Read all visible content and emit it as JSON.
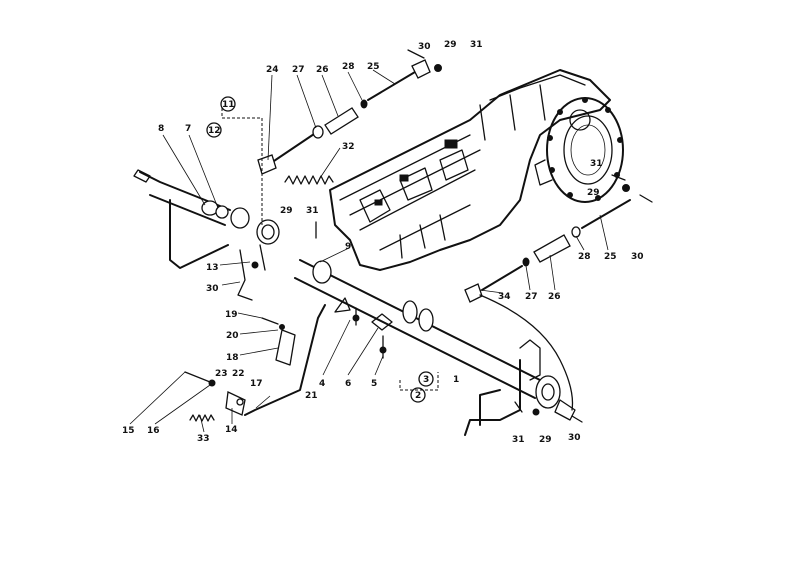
{
  "callouts": [
    {
      "id": "l30a",
      "text": "30"
    },
    {
      "id": "l29a",
      "text": "29"
    },
    {
      "id": "l31a",
      "text": "31"
    },
    {
      "id": "l24",
      "text": "24"
    },
    {
      "id": "l27a",
      "text": "27"
    },
    {
      "id": "l26a",
      "text": "26"
    },
    {
      "id": "l28a",
      "text": "28"
    },
    {
      "id": "l25a",
      "text": "25"
    },
    {
      "id": "l11",
      "text": "11"
    },
    {
      "id": "l12",
      "text": "12"
    },
    {
      "id": "l8",
      "text": "8"
    },
    {
      "id": "l7",
      "text": "7"
    },
    {
      "id": "l32",
      "text": "32"
    },
    {
      "id": "l29b",
      "text": "29"
    },
    {
      "id": "l31b",
      "text": "31"
    },
    {
      "id": "l9",
      "text": "9"
    },
    {
      "id": "l13",
      "text": "13"
    },
    {
      "id": "l30b",
      "text": "30"
    },
    {
      "id": "l31c",
      "text": "31"
    },
    {
      "id": "l29c",
      "text": "29"
    },
    {
      "id": "l30c",
      "text": "30"
    },
    {
      "id": "l28b",
      "text": "28"
    },
    {
      "id": "l25b",
      "text": "25"
    },
    {
      "id": "l34",
      "text": "34"
    },
    {
      "id": "l27b",
      "text": "27"
    },
    {
      "id": "l26b",
      "text": "26"
    },
    {
      "id": "l19",
      "text": "19"
    },
    {
      "id": "l20",
      "text": "20"
    },
    {
      "id": "l18",
      "text": "18"
    },
    {
      "id": "l4",
      "text": "4"
    },
    {
      "id": "l6",
      "text": "6"
    },
    {
      "id": "l5",
      "text": "5"
    },
    {
      "id": "l2",
      "text": "2"
    },
    {
      "id": "l3",
      "text": "3"
    },
    {
      "id": "l1",
      "text": "1"
    },
    {
      "id": "l23",
      "text": "23"
    },
    {
      "id": "l22",
      "text": "22"
    },
    {
      "id": "l17",
      "text": "17"
    },
    {
      "id": "l21",
      "text": "21"
    },
    {
      "id": "l15",
      "text": "15"
    },
    {
      "id": "l16",
      "text": "16"
    },
    {
      "id": "l33",
      "text": "33"
    },
    {
      "id": "l14",
      "text": "14"
    },
    {
      "id": "l31d",
      "text": "31"
    },
    {
      "id": "l29d",
      "text": "29"
    },
    {
      "id": "l30d",
      "text": "30"
    }
  ]
}
